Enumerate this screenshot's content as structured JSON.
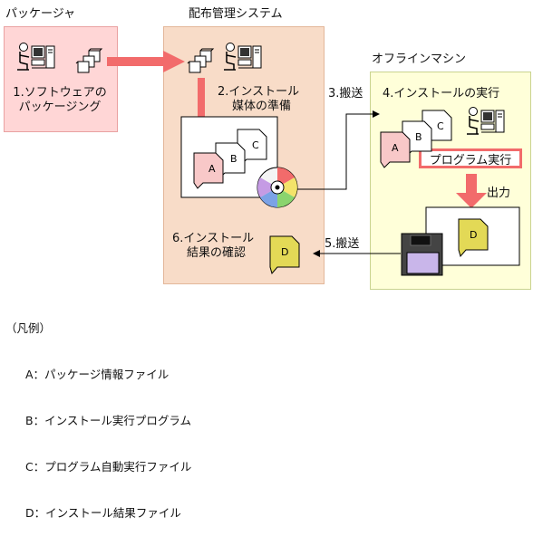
{
  "colors": {
    "package_fill": "#ffd6d6",
    "package_border": "#e9a1a1",
    "distribution_fill": "#f8dcc8",
    "distribution_border": "#e3b79a",
    "offline_fill": "#ffffd9",
    "offline_border": "#c9d38f",
    "arrow_red": "#f26b6b",
    "doc_a": "#f8c8c8",
    "doc_d": "#e3d956",
    "floppy_body": "#c9b6ea"
  },
  "zones": {
    "package": {
      "title": "パッケージャ",
      "step_line1": "1.ソフトウェアの",
      "step_line2": "パッケージング"
    },
    "distribution": {
      "title": "配布管理システム",
      "step2_line1": "2.インストール",
      "step2_line2": "媒体の準備",
      "step6_line1": "6.インストール",
      "step6_line2": "結果の確認"
    },
    "offline": {
      "title": "オフラインマシン",
      "step4": "4.インストールの実行",
      "program_exec": "プログラム実行",
      "output": "出力"
    }
  },
  "transfers": {
    "step3": "3.搬送",
    "step5": "5.搬送"
  },
  "doc_letters": {
    "a": "A",
    "b": "B",
    "c": "C",
    "d": "D"
  },
  "legend": {
    "title": "（凡例）",
    "items": [
      "A：パッケージ情報ファイル",
      "B：インストール実行プログラム",
      "C：プログラム自動実行ファイル",
      "D：インストール結果ファイル"
    ]
  }
}
